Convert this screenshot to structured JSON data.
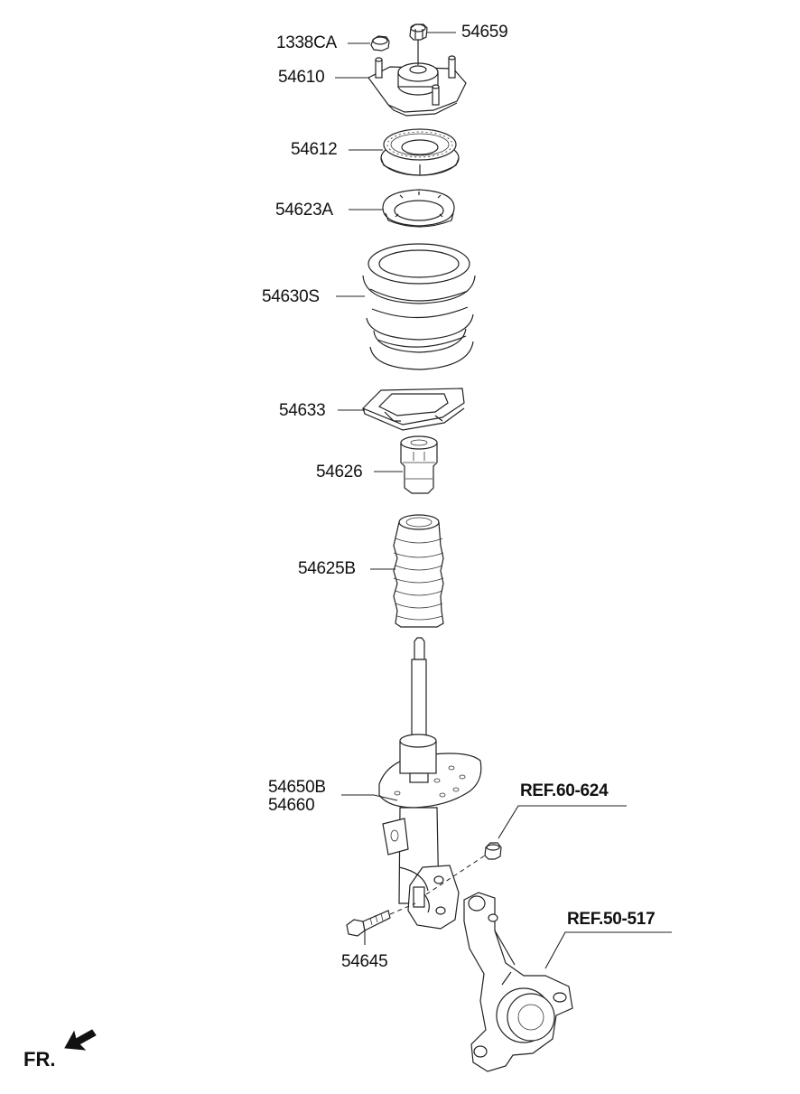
{
  "parts": [
    {
      "id": "p1338ca",
      "label": "1338CA"
    },
    {
      "id": "p54659",
      "label": "54659"
    },
    {
      "id": "p54610",
      "label": "54610"
    },
    {
      "id": "p54612",
      "label": "54612"
    },
    {
      "id": "p54623a",
      "label": "54623A"
    },
    {
      "id": "p54630s",
      "label": "54630S"
    },
    {
      "id": "p54633",
      "label": "54633"
    },
    {
      "id": "p54626",
      "label": "54626"
    },
    {
      "id": "p54625b",
      "label": "54625B"
    },
    {
      "id": "p54650b",
      "label": "54650B"
    },
    {
      "id": "p54660",
      "label": "54660"
    },
    {
      "id": "p54645",
      "label": "54645"
    }
  ],
  "references": [
    {
      "id": "ref60624",
      "label": "REF.60-624"
    },
    {
      "id": "ref50517",
      "label": "REF.50-517"
    }
  ],
  "direction": {
    "label": "FR."
  }
}
